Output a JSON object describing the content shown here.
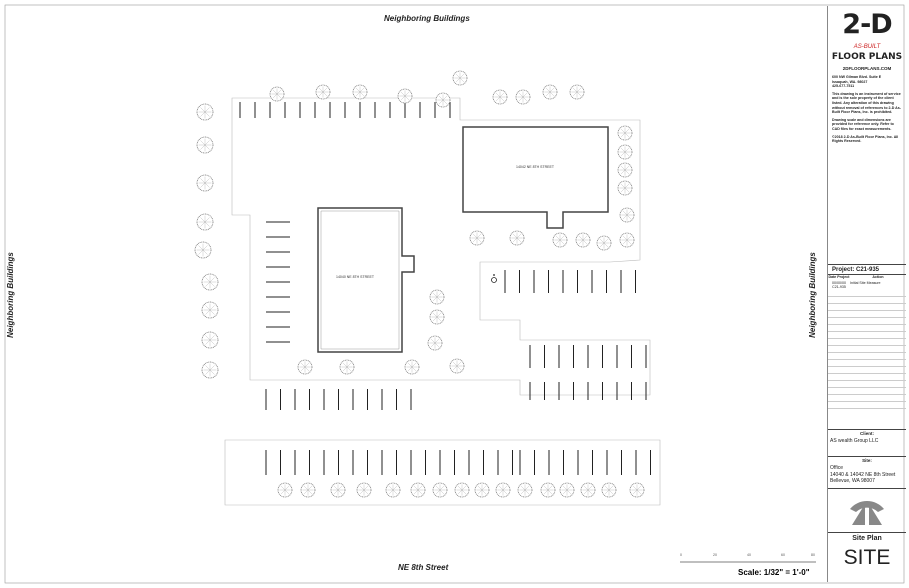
{
  "drawing": {
    "labels": {
      "top": "Neighboring Buildings",
      "left": "Neighboring Buildings",
      "right": "Neighboring Buildings",
      "bottom": "NE 8th Street"
    },
    "buildings": [
      "14040 NE 8TH STREET",
      "14042 NE 8TH STREET"
    ],
    "icons": [
      "tree-icon",
      "accessible-parking-icon",
      "north-arrow-icon"
    ],
    "scale_ticks": [
      "0",
      "20",
      "40",
      "60",
      "80"
    ],
    "scale_label": "Scale: 1/32\" = 1'-0\""
  },
  "title_block": {
    "logo": "2-D AS-BUILT FLOOR PLANS",
    "logo_main": "2-D",
    "logo_sub": "AS-BUILT",
    "logo_bottom": "FLOOR PLANS",
    "website": "2DFLOORPLANS.COM",
    "address": [
      "600 NW Gilman Blvd.  Suite E",
      "Issaquah, WA. 98027",
      "425-677-7511"
    ],
    "notice": "This drawing is an instrument of service and is the sole property of the client listed. Any alteration of this drawing without removal of references to 2-D As-Built Floor Plans, Inc. is prohibited.",
    "disclaimer": "Drawing scale and dimensions are provided for reference only.  Refer to CAD files for exact measurements.",
    "copyright": "©2018 2-D As-Built Floor Plans, Inc. All Rights Reserved.",
    "project": "Project: C21-935",
    "col_date": "Date Project",
    "col_action": "Action",
    "entry_date": "00/00/00 C21-935",
    "entry_action": "Initial Site Measure",
    "client_header": "Client:",
    "client": "AS wealth Group LLC",
    "site_header": "Site:",
    "site": [
      "Office",
      "14040 & 14042 NE 8th Street",
      "Bellevue, WA 98007"
    ],
    "sheet_title": "Site Plan",
    "sheet_id": "SITE"
  }
}
